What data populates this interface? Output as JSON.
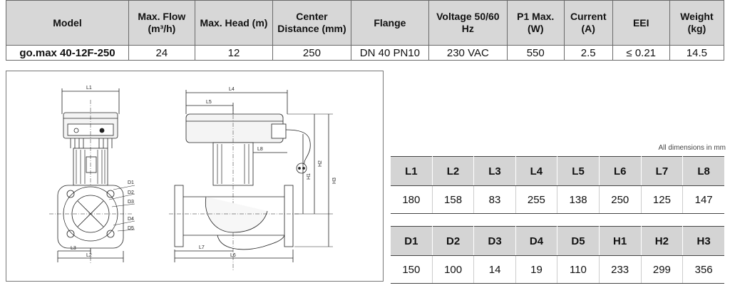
{
  "spec_table": {
    "headers": [
      "Model",
      "Max. Flow (m³/h)",
      "Max. Head (m)",
      "Center Distance (mm)",
      "Flange",
      "Voltage 50/60 Hz",
      "P1 Max. (W)",
      "Current (A)",
      "EEI",
      "Weight (kg)"
    ],
    "row": [
      "go.max 40-12F-250",
      "24",
      "12",
      "250",
      "DN 40 PN10",
      "230 VAC",
      "550",
      "2.5",
      "≤ 0.21",
      "14.5"
    ]
  },
  "drawing": {
    "labels": {
      "l1": "L1",
      "l2": "L2",
      "l3": "L3",
      "l4": "L4",
      "l5": "L5",
      "l6": "L6",
      "l7": "L7",
      "l8": "L8",
      "d1": "D1",
      "d2": "D2",
      "d3": "D3",
      "d4": "D4",
      "d5": "D5",
      "h1": "H1",
      "h2": "H2",
      "h3": "H3"
    }
  },
  "dimensions_note": "All dimensions in mm",
  "dims_l": {
    "headers": [
      "L1",
      "L2",
      "L3",
      "L4",
      "L5",
      "L6",
      "L7",
      "L8"
    ],
    "values": [
      "180",
      "158",
      "83",
      "255",
      "138",
      "250",
      "125",
      "147"
    ]
  },
  "dims_dh": {
    "headers": [
      "D1",
      "D2",
      "D3",
      "D4",
      "D5",
      "H1",
      "H2",
      "H3"
    ],
    "values": [
      "150",
      "100",
      "14",
      "19",
      "110",
      "233",
      "299",
      "356"
    ]
  }
}
